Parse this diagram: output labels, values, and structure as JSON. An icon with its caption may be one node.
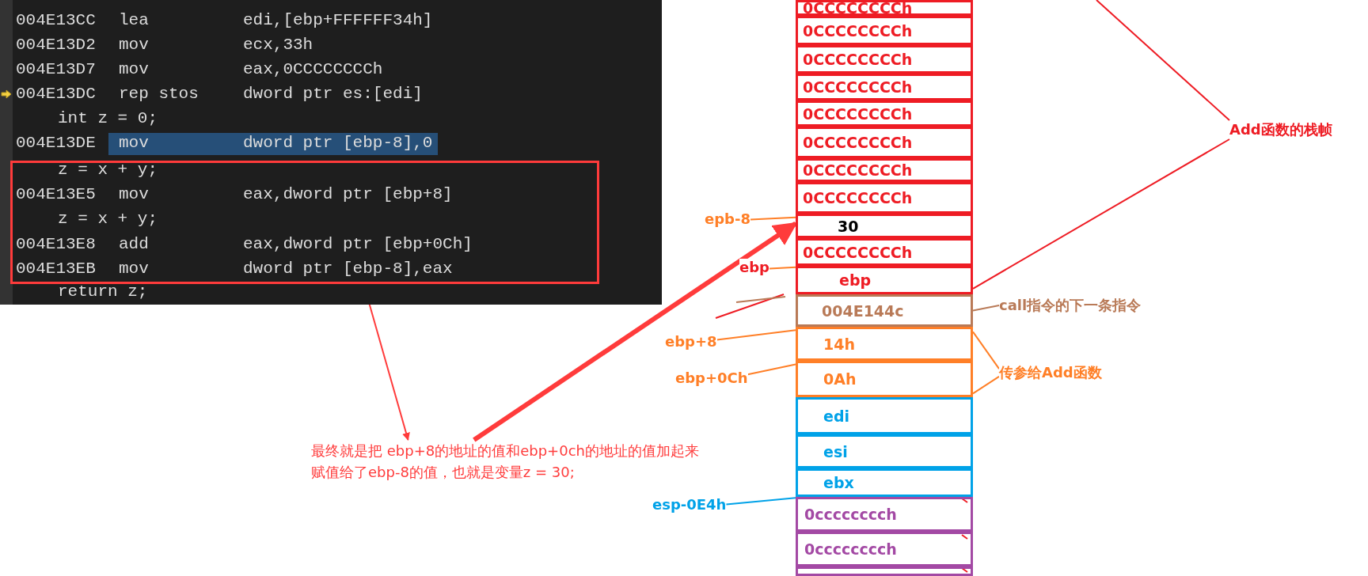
{
  "diagram": {
    "nodes": [
      {
        "text": [
          "z = x + y;",
          "004E13E5",
          "mov",
          "eax,dword ptr [ebp+8]",
          "z = x + y;",
          "004E13E8",
          "add",
          "eax,dword ptr [ebp+0Ch]",
          "004E13EB",
          "mov",
          "dword ptr [ebp-8],eax"
        ]
      },
      {
        "text": [
          "最终就是把 ebp+8的地址的值和ebp+0ch的地址的值加起来赋值给了ebp-8的值，也就是变量z = 30;"
        ]
      },
      {
        "text": [
          "0CCCCCCCCh"
        ]
      },
      {
        "text": [
          "0CCCCCCCCh"
        ]
      },
      {
        "text": [
          "0CCCCCCCCh"
        ]
      },
      {
        "text": [
          "0CCCCCCCCh"
        ]
      },
      {
        "text": [
          "0CCCCCCCCh"
        ]
      },
      {
        "text": [
          "0CCCCCCCCh"
        ]
      },
      {
        "text": [
          "0CCCCCCCCh"
        ]
      },
      {
        "text": [
          "0CCCCCCCCh"
        ]
      },
      {
        "text": [
          "30"
        ]
      },
      {
        "text": [
          "0CCCCCCCCh"
        ]
      },
      {
        "text": [
          "ebp"
        ]
      },
      {
        "text": [
          "004E144c"
        ]
      },
      {
        "text": [
          "14h"
        ]
      },
      {
        "text": [
          "0Ah"
        ]
      },
      {
        "text": [
          "edi"
        ]
      },
      {
        "text": [
          "esi"
        ]
      },
      {
        "text": [
          "ebx"
        ]
      },
      {
        "text": [
          "0cccccccch"
        ]
      },
      {
        "text": [
          "0cccccccch"
        ]
      },
      {
        "text": [],
        "shape": "box"
      },
      {
        "text": [
          "Add函数的栈帧"
        ]
      },
      {
        "text": [
          "epb-8"
        ]
      },
      {
        "text": [
          "ebp"
        ]
      },
      {
        "text": [
          "call指令的下一条指令"
        ]
      },
      {
        "text": [
          "ebp+8"
        ]
      },
      {
        "text": [
          "ebp+0Ch"
        ]
      },
      {
        "text": [
          "传参给Add函数"
        ]
      },
      {
        "text": [
          "esp-0E4h"
        ]
      }
    ],
    "edges": [
      {
        "from": 0,
        "to": 1,
        "arrow": "to",
        "color": "#ff3b3b"
      },
      {
        "from": 1,
        "to": 10,
        "arrow": "to",
        "color": "#ff3b3b",
        "style": "thick"
      },
      {
        "from": 22,
        "to": null,
        "arrow": "none",
        "color": "#ee1c24"
      },
      {
        "from": 22,
        "to": 12,
        "arrow": "none",
        "color": "#ee1c24"
      },
      {
        "from": 23,
        "to": 10,
        "arrow": "none",
        "color": "#ff7f27"
      },
      {
        "from": 24,
        "to": 12,
        "arrow": "none",
        "color": "#ff7f27"
      },
      {
        "from": 25,
        "to": 13,
        "arrow": "none",
        "color": "#b97a57"
      },
      {
        "from": 26,
        "to": 14,
        "arrow": "none",
        "color": "#ff7f27"
      },
      {
        "from": 27,
        "to": 15,
        "arrow": "none",
        "color": "#ff7f27"
      },
      {
        "from": 28,
        "to": 14,
        "arrow": "none",
        "color": "#ff7f27"
      },
      {
        "from": 28,
        "to": 15,
        "arrow": "none",
        "color": "#ff7f27"
      },
      {
        "from": 29,
        "to": 19,
        "arrow": "none",
        "color": "#00a2e8"
      }
    ],
    "labels": [
      "004E13CC",
      "lea",
      "edi,[ebp+FFFFFF34h]",
      "004E13D2",
      "mov",
      "ecx,33h",
      "004E13D7",
      "mov",
      "eax,0CCCCCCCCh",
      "004E13DC",
      "rep stos",
      "dword ptr es:[edi]",
      "int z = 0;",
      "004E13DE",
      "mov",
      "dword ptr [ebp-8],0",
      "return z;"
    ]
  }
}
